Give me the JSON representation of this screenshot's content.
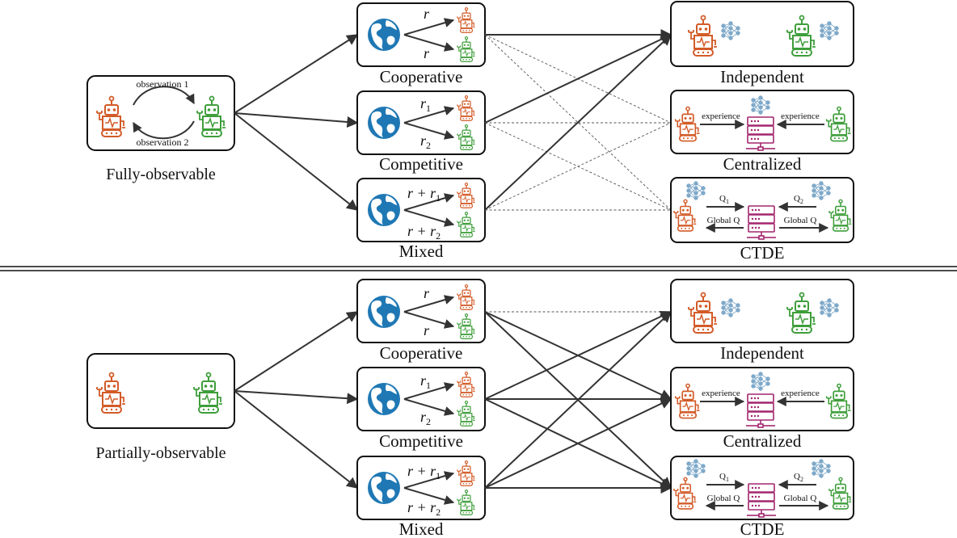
{
  "colors": {
    "orange_robot": "#d35b28",
    "green_robot": "#3f9e3b",
    "globe": "#1f78b4",
    "server": "#a3266e",
    "network": "#7fa9c9"
  },
  "icons": [
    "robot-icon",
    "globe-icon",
    "neural-network-icon",
    "server-icon"
  ],
  "top": {
    "observability_label": "Fully-observable",
    "obs1": "observation 1",
    "obs2": "observation 2"
  },
  "bottom": {
    "observability_label": "Partially-observable"
  },
  "settings": {
    "cooperative": {
      "label": "Cooperative",
      "r_top": "r",
      "r_bottom": "r"
    },
    "competitive": {
      "label": "Competitive",
      "r_top": "r",
      "r_top_sub": "1",
      "r_bottom": "r",
      "r_bottom_sub": "2"
    },
    "mixed": {
      "label": "Mixed",
      "r_top": "r + r",
      "r_top_sub": "1",
      "r_bottom": "r + r",
      "r_bottom_sub": "2"
    }
  },
  "paradigms": {
    "independent": {
      "label": "Independent"
    },
    "centralized": {
      "label": "Centralized",
      "experience": "experience"
    },
    "ctde": {
      "label": "CTDE",
      "q": "Q",
      "q1_sub": "1",
      "q2_sub": "2",
      "global_q": "Global Q"
    }
  }
}
